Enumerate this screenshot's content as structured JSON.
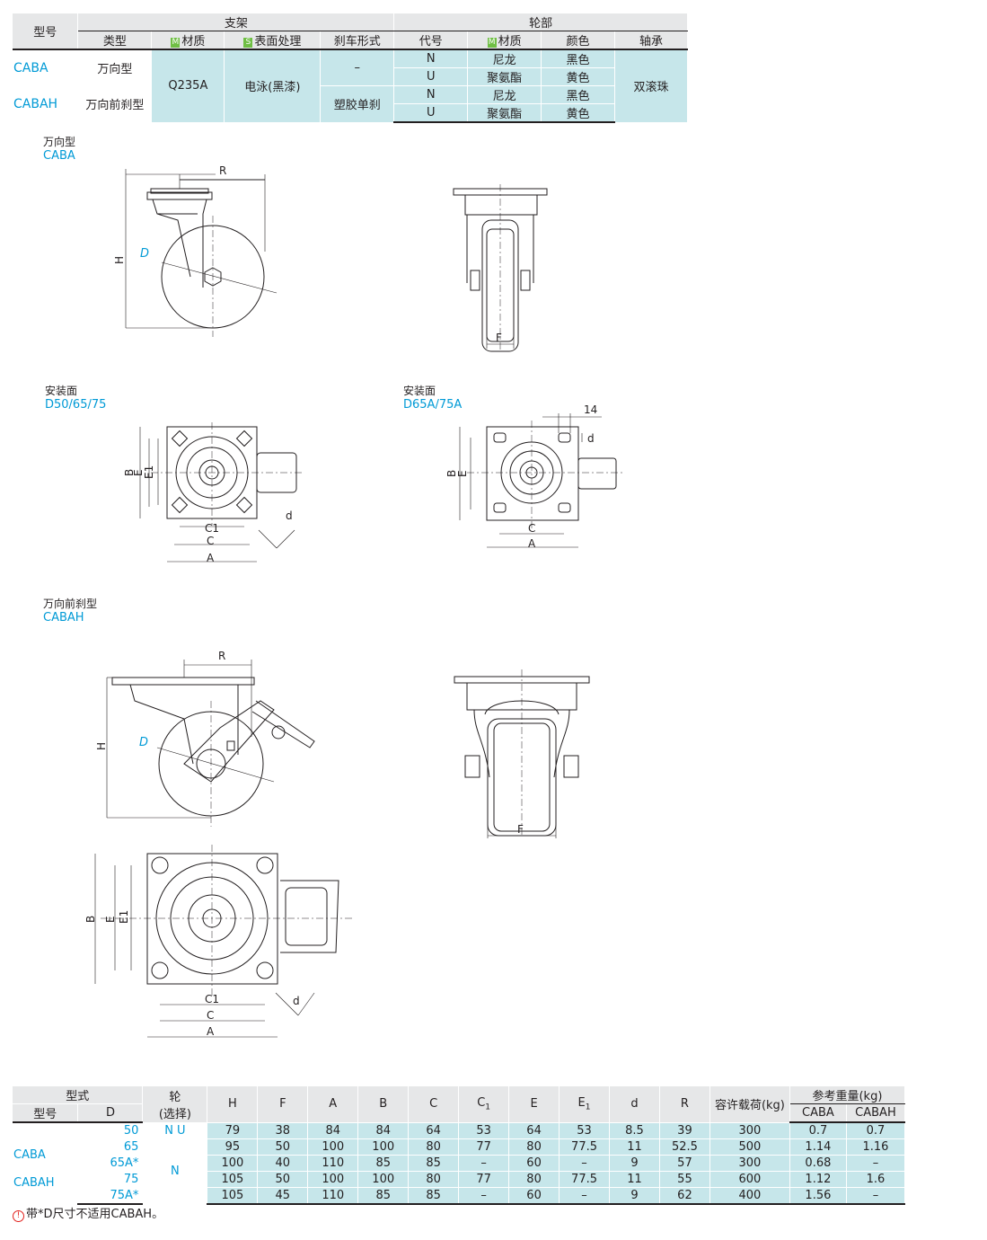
{
  "spec_table": {
    "headers": {
      "model": "型号",
      "frame_group": "支架",
      "wheel_group": "轮部",
      "type": "类型",
      "frame_material": "材质",
      "surface": "表面处理",
      "brake": "刹车形式",
      "code": "代号",
      "wheel_material": "材质",
      "color": "颜色",
      "bearing": "轴承",
      "m_badge": "M",
      "s_badge": "S"
    },
    "models": [
      "CABA",
      "CABAH"
    ],
    "types": [
      "万向型",
      "万向前刹型"
    ],
    "frame_material": "Q235A",
    "surface": "电泳(黑漆)",
    "brakes": [
      "–",
      "塑胶单刹"
    ],
    "wheel_rows": [
      {
        "code": "N",
        "material": "尼龙",
        "color": "黑色"
      },
      {
        "code": "U",
        "material": "聚氨酯",
        "color": "黄色"
      },
      {
        "code": "N",
        "material": "尼龙",
        "color": "黑色"
      },
      {
        "code": "U",
        "material": "聚氨酯",
        "color": "黄色"
      }
    ],
    "bearing": "双滚珠"
  },
  "sections": {
    "caba": {
      "cn": "万向型",
      "en": "CABA"
    },
    "mount1": {
      "cn": "安装面",
      "en": "D50/65/75"
    },
    "mount2": {
      "cn": "安装面",
      "en": "D65A/75A"
    },
    "cabah": {
      "cn": "万向前刹型",
      "en": "CABAH"
    }
  },
  "drawing_labels": {
    "R": "R",
    "H": "H",
    "D": "D",
    "F": "F",
    "A": "A",
    "B": "B",
    "C": "C",
    "C1": "C1",
    "E": "E",
    "E1": "E1",
    "d": "d",
    "dim14": "14"
  },
  "dim_table": {
    "headers": {
      "style": "型式",
      "model": "型号",
      "D": "D",
      "wheel": "轮",
      "wheel_sub": "(选择)",
      "H": "H",
      "F": "F",
      "A": "A",
      "B": "B",
      "C": "C",
      "C1": "C",
      "C1_sub": "1",
      "E": "E",
      "E1": "E",
      "E1_sub": "1",
      "d": "d",
      "R": "R",
      "load": "容许载荷(kg)",
      "weight": "参考重量(kg)",
      "w_caba": "CABA",
      "w_cabah": "CABAH"
    },
    "models": [
      "CABA",
      "CABAH"
    ],
    "wheel_opts": [
      "N U",
      "N"
    ],
    "rows": [
      {
        "D": "50",
        "H": "79",
        "F": "38",
        "A": "84",
        "B": "84",
        "C": "64",
        "C1": "53",
        "E": "64",
        "E1": "53",
        "d": "8.5",
        "R": "39",
        "load": "300",
        "w1": "0.7",
        "w2": "0.7"
      },
      {
        "D": "65",
        "H": "95",
        "F": "50",
        "A": "100",
        "B": "100",
        "C": "80",
        "C1": "77",
        "E": "80",
        "E1": "77.5",
        "d": "11",
        "R": "52.5",
        "load": "500",
        "w1": "1.14",
        "w2": "1.16"
      },
      {
        "D": "65A*",
        "H": "100",
        "F": "40",
        "A": "110",
        "B": "85",
        "C": "85",
        "C1": "–",
        "E": "60",
        "E1": "–",
        "d": "9",
        "R": "57",
        "load": "300",
        "w1": "0.68",
        "w2": "–"
      },
      {
        "D": "75",
        "H": "105",
        "F": "50",
        "A": "100",
        "B": "100",
        "C": "80",
        "C1": "77",
        "E": "80",
        "E1": "77.5",
        "d": "11",
        "R": "55",
        "load": "600",
        "w1": "1.12",
        "w2": "1.6"
      },
      {
        "D": "75A*",
        "H": "105",
        "F": "45",
        "A": "110",
        "B": "85",
        "C": "85",
        "C1": "–",
        "E": "60",
        "E1": "–",
        "d": "9",
        "R": "62",
        "load": "400",
        "w1": "1.56",
        "w2": "–"
      }
    ]
  },
  "footnote": {
    "icon": "!",
    "text": "带*D尺寸不适用CABAH。"
  }
}
